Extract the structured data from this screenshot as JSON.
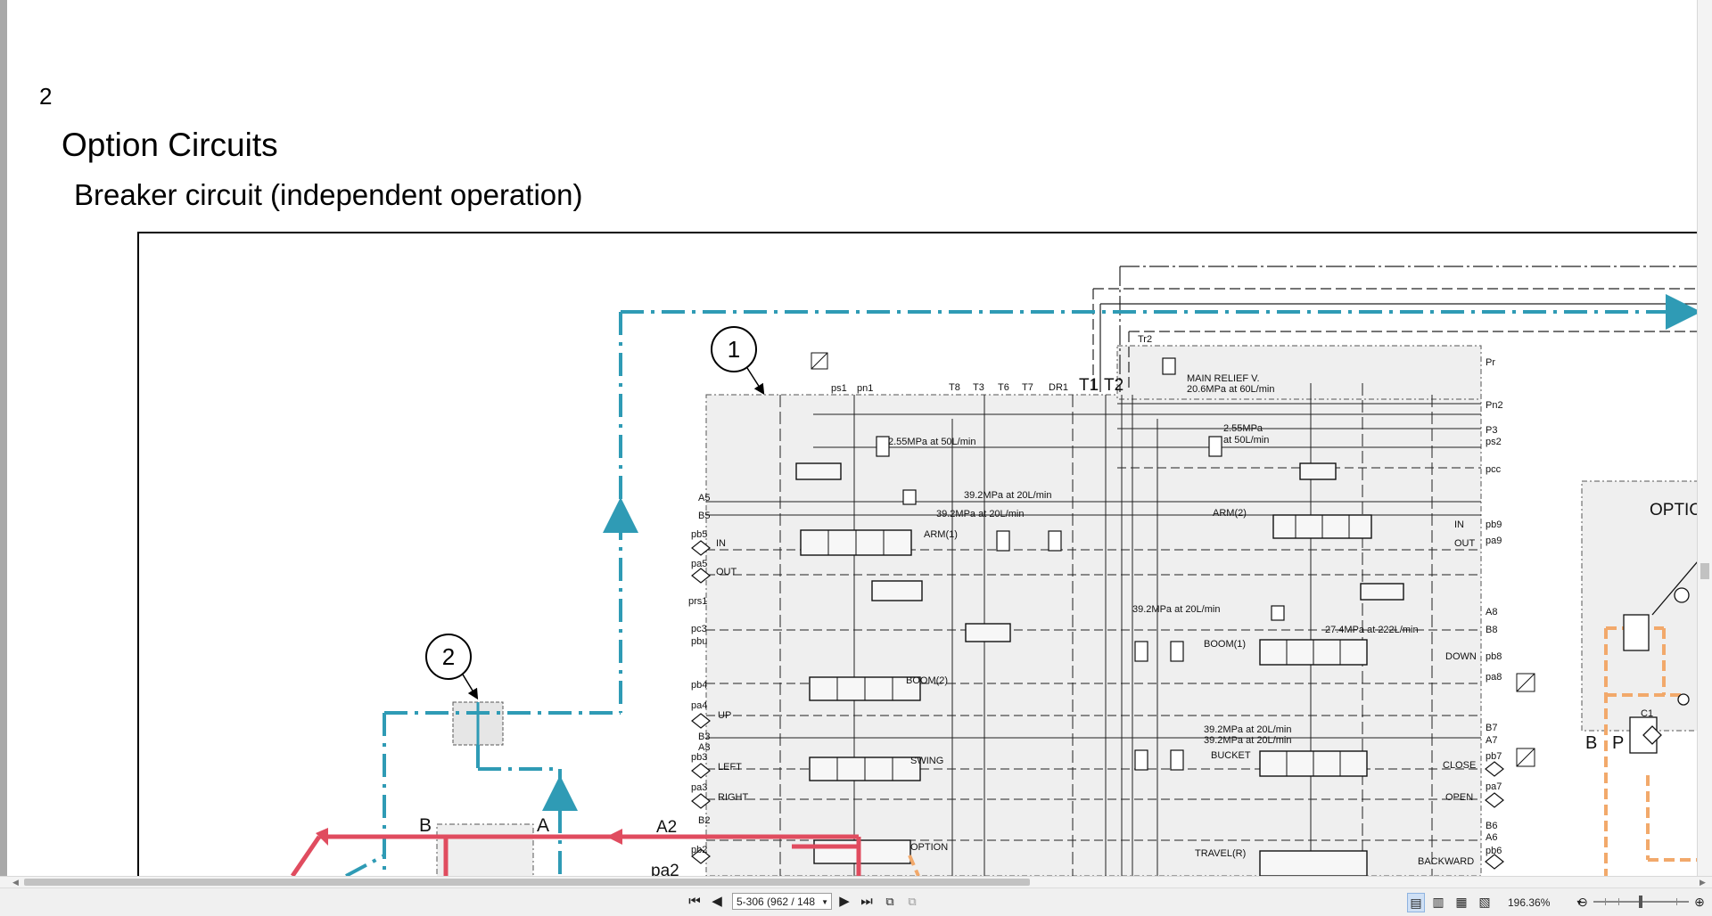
{
  "document": {
    "page_number": "2",
    "section_title": "Option Circuits",
    "subsection_title": "Breaker circuit (independent operation)"
  },
  "schematic": {
    "callouts": [
      "1",
      "2"
    ],
    "labels": {
      "ps1": "ps1",
      "pn1": "pn1",
      "T8": "T8",
      "T3": "T3",
      "T6": "T6",
      "T7": "T7",
      "DR1": "DR1",
      "T1": "T1",
      "T2": "T2",
      "Tr2": "Tr2",
      "Pr": "Pr",
      "Pn2": "Pn2",
      "P3": "P3",
      "ps2": "ps2",
      "pcc": "pcc",
      "A5": "A5",
      "B5": "B5",
      "pb5": "pb5",
      "IN": "IN",
      "pa5": "pa5",
      "OUT": "OUT",
      "prs1": "prs1",
      "pc3": "pc3",
      "pbu": "pbu",
      "pb4": "pb4",
      "pa4": "pa4",
      "UP": "UP",
      "B3": "B3",
      "A3": "A3",
      "pb3": "pb3",
      "LEFT": "LEFT",
      "pa3": "pa3",
      "RIGHT": "RIGHT",
      "B2": "B2",
      "A2": "A2",
      "pb2": "pb2",
      "pa2": "pa2",
      "main_relief": "MAIN RELIEF V.",
      "main_relief_spec": "20.6MPa at 60L/min",
      "relief_255": "2.55MPa",
      "relief_255_b": "at 50L/min",
      "relief_255_left": "2.55MPa at 50L/min",
      "relief_392_a": "39.2MPa at 20L/min",
      "relief_392_b": "39.2MPa at 20L/min",
      "relief_392_c": "39.2MPa at 20L/min",
      "relief_392_d": "39.2MPa at 20L/min",
      "relief_392_e": "39.2MPa at 20L/min",
      "relief_274": "27.4MPa at 222L/min",
      "ARM1": "ARM(1)",
      "ARM2": "ARM(2)",
      "BOOM1": "BOOM(1)",
      "BOOM2": "BOOM(2)",
      "SWING": "SWING",
      "BUCKET": "BUCKET",
      "OPTION": "OPTION",
      "TRAVELR": "TRAVEL(R)",
      "IN_r": "IN",
      "OUT_r": "OUT",
      "pb9": "pb9",
      "pa9": "pa9",
      "A8": "A8",
      "B8": "B8",
      "DOWN": "DOWN",
      "pb8": "pb8",
      "pa8": "pa8",
      "B7": "B7",
      "A7": "A7",
      "CLOSE": "CLOSE",
      "pb7": "pb7",
      "pa7": "pa7",
      "OPEN": "OPEN",
      "B6": "B6",
      "A6": "A6",
      "pb6": "pb6",
      "BACKWARD": "BACKWARD",
      "OPTION_box": "OPTIO",
      "B_box": "B",
      "P_box": "P",
      "C1": "C1",
      "B_valve": "B",
      "A_valve": "A"
    }
  },
  "statusbar": {
    "page_field": "5-306 (962 / 148",
    "zoom": "196.36%",
    "icons": [
      "first-page-icon",
      "prev-page-icon",
      "next-page-icon",
      "last-page-icon",
      "fit-page-icon",
      "fit-width-icon",
      "single-page-icon",
      "continuous-icon",
      "facing-icon",
      "facing-continuous-icon",
      "zoom-out-icon",
      "zoom-in-icon"
    ]
  },
  "colors": {
    "pilot_line": "#2f9bb5",
    "pressure_line": "#e04c5f",
    "drain_line": "#f2a96b",
    "valve_body": "#efefef"
  }
}
